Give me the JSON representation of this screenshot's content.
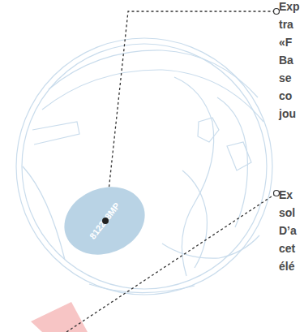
{
  "diagram": {
    "nodes": [
      {
        "text": [
          "812288MP"
        ]
      }
    ],
    "labels": [
      "Exp tra «F Ba se co jou",
      "Ex sol D’a cet élé"
    ]
  }
}
